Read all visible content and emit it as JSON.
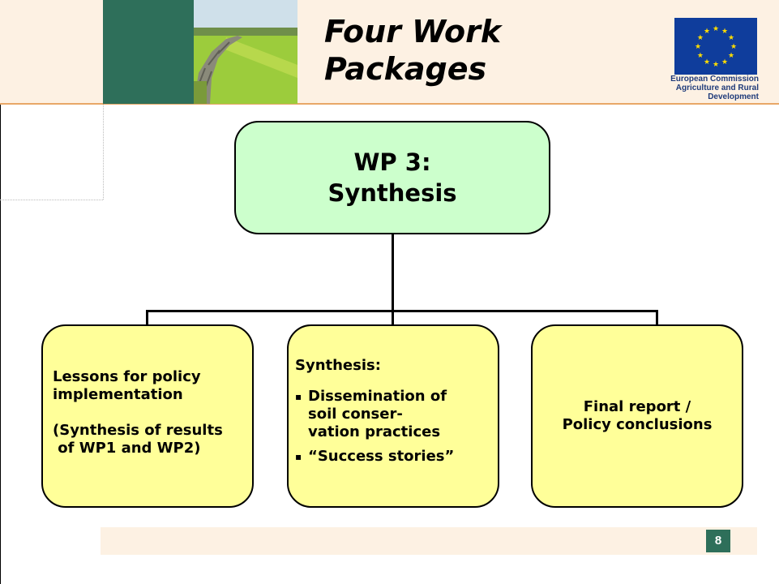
{
  "header": {
    "title_lines": [
      "Four Work",
      "Packages"
    ],
    "logo_caption_lines": [
      "European Commission",
      "Agriculture and Rural Development"
    ]
  },
  "diagram": {
    "top": {
      "lines": [
        "WP 3:",
        "Synthesis"
      ]
    },
    "children": [
      {
        "lines": [
          "Lessons for policy",
          "implementation",
          "",
          "(Synthesis of results",
          " of WP1 and WP2)"
        ]
      },
      {
        "heading": "Synthesis:",
        "bullets": [
          [
            "Dissemination of",
            "soil conser-",
            "vation practices"
          ],
          [
            "“Success stories”"
          ]
        ]
      },
      {
        "lines": [
          "Final report /",
          "Policy conclusions"
        ]
      }
    ]
  },
  "footer": {
    "page_number": "8"
  },
  "colors": {
    "top_box": "#ccffcc",
    "child_box": "#ffff99",
    "header_band": "#fdf1e3",
    "green_block": "#2e6f5a",
    "eu_blue": "#0f3d9c"
  }
}
